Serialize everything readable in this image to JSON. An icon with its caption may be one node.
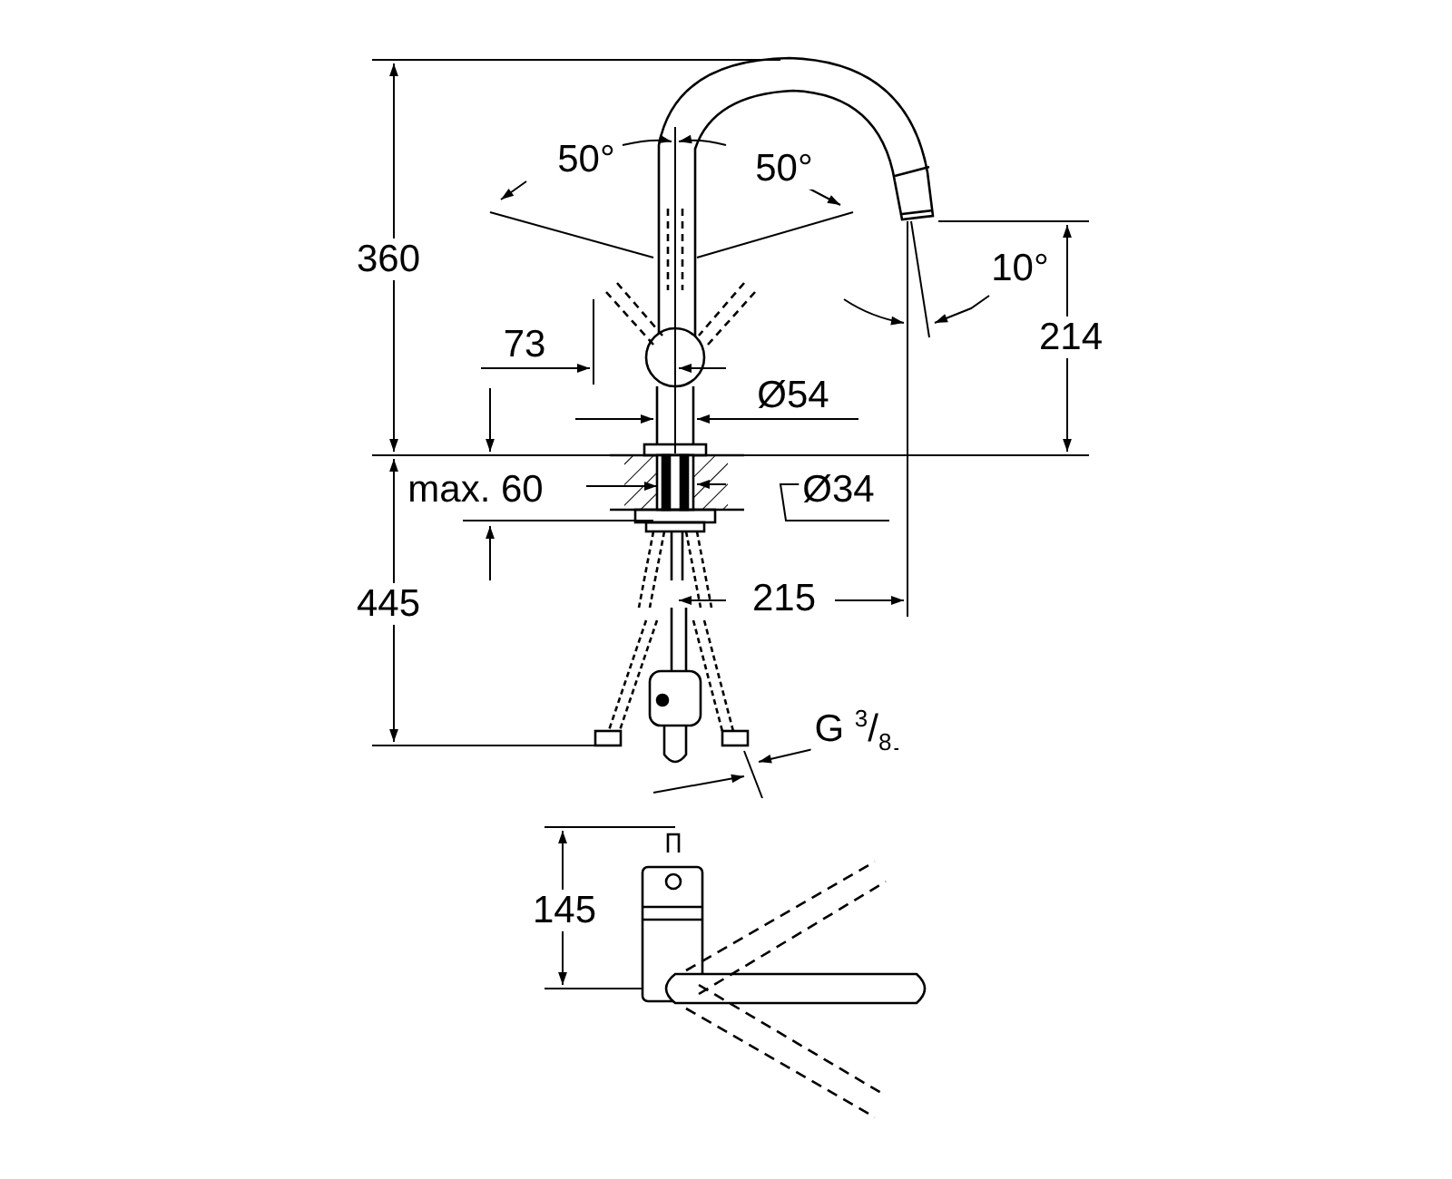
{
  "diagram": {
    "labels": [
      "360",
      "50°",
      "50°",
      "10°",
      "73",
      "214",
      "Ø54",
      "max. 60",
      "Ø34",
      "445",
      "215",
      "G $^{3}$/$_{8}$",
      "145"
    ]
  }
}
